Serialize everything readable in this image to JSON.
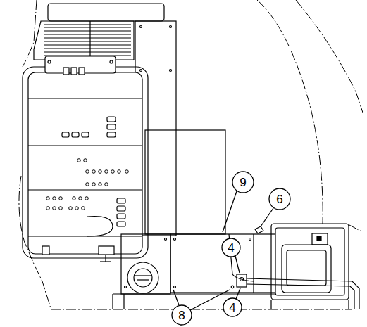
{
  "diagram": {
    "labels": [
      "9",
      "6",
      "4",
      "4",
      "8"
    ]
  }
}
